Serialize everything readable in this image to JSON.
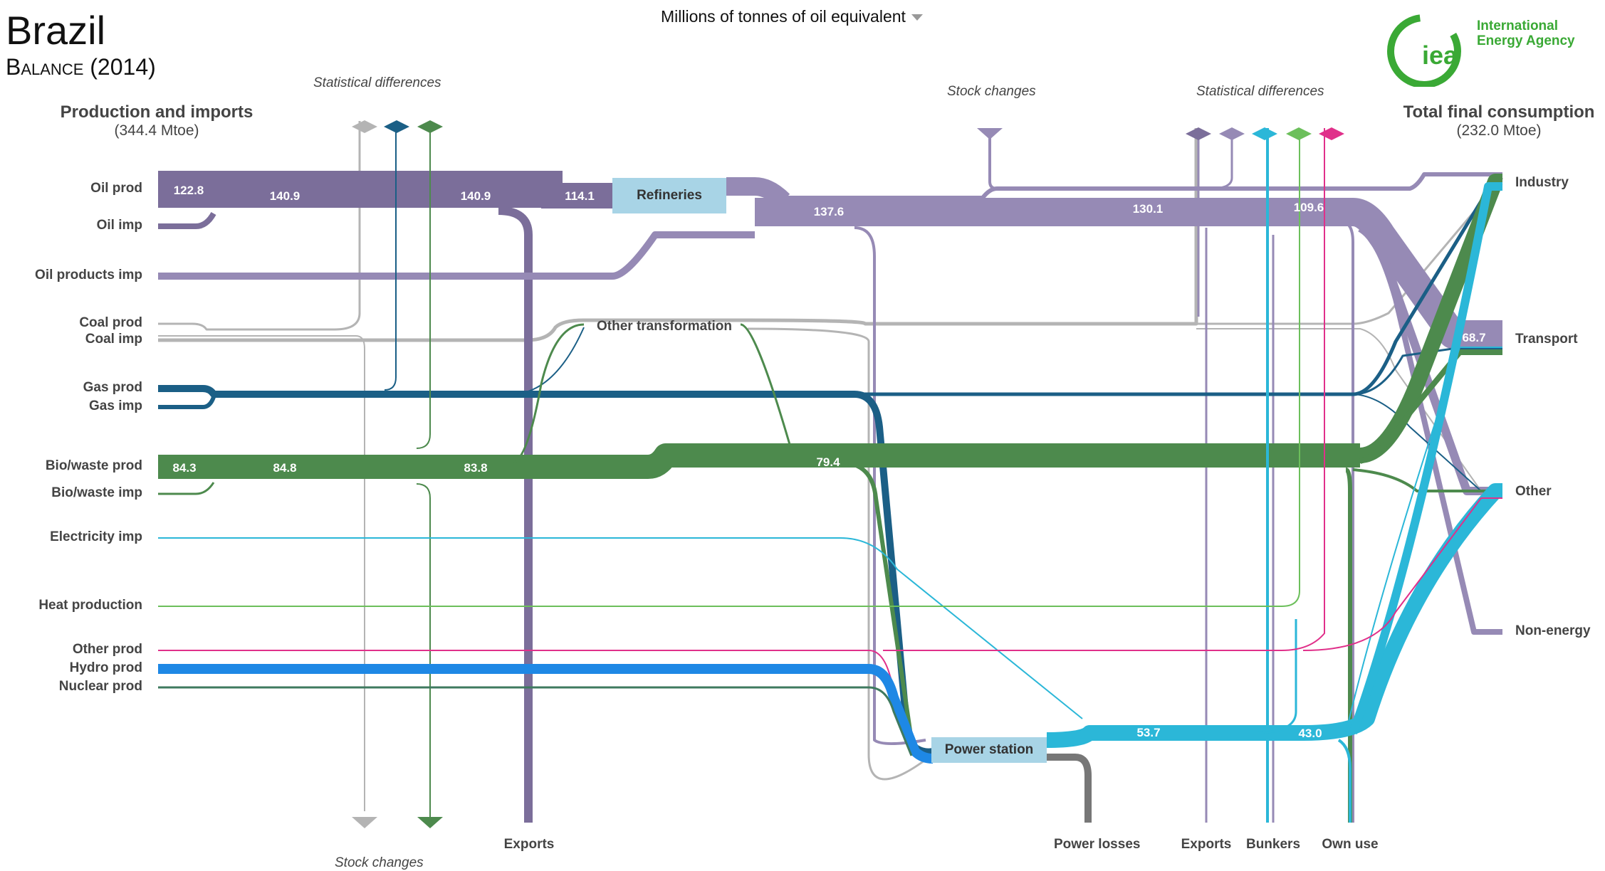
{
  "header": {
    "country": "Brazil",
    "subtitle": "Balance (2014)",
    "unit_selector": "Millions of tonnes of oil equivalent",
    "logo_mark": "iea",
    "logo_text_line1": "International",
    "logo_text_line2": "Energy Agency"
  },
  "left_header": {
    "title": "Production and imports",
    "total": "(344.4 Mtoe)"
  },
  "right_header": {
    "title": "Total final consumption",
    "total": "(232.0 Mtoe)"
  },
  "annotations": {
    "stat_diff_left": "Statistical differences",
    "stat_diff_right": "Statistical differences",
    "stock_changes_top": "Stock  changes",
    "stock_changes_bottom": "Stock changes"
  },
  "sources": [
    "Oil prod",
    "Oil imp",
    "Oil products imp",
    "Coal prod",
    "Coal imp",
    "Gas prod",
    "Gas imp",
    "Bio/waste prod",
    "Bio/waste imp",
    "Electricity imp",
    "Heat production",
    "Other prod",
    "Hydro prod",
    "Nuclear prod"
  ],
  "transformation_nodes": {
    "refineries": "Refineries",
    "other_transformation": "Other transformation",
    "power_station": "Power station"
  },
  "bottom_sinks": [
    "Exports",
    "Power losses",
    "Exports",
    "Bunkers",
    "Own use"
  ],
  "final_sinks": [
    "Industry",
    "Transport",
    "Other",
    "Non-energy"
  ],
  "flow_values": {
    "oil_prod": "122.8",
    "oil_a": "140.9",
    "oil_b": "140.9",
    "refinery_in": "114.1",
    "oil_products": "137.6",
    "oil_products_b": "130.1",
    "oil_products_c": "109.6",
    "transport_oil": "68.7",
    "bio_a": "84.3",
    "bio_b": "84.8",
    "bio_c": "83.8",
    "bio_d": "79.4",
    "elec_a": "53.7",
    "elec_b": "43.0"
  },
  "colors": {
    "oil": "#7b6e9a",
    "oil_products": "#968ab5",
    "coal": "#b4b4b4",
    "gas": "#1b5f86",
    "bio": "#4d8a4d",
    "electricity": "#2bb7d8",
    "heat": "#6cbf5b",
    "other": "#e0308a",
    "hydro": "#1e88e5",
    "nuclear": "#3f7a5f",
    "power_losses": "#777777",
    "node": "#a8d4e6",
    "iea_green": "#3aa935"
  },
  "chart_data": {
    "type": "sankey",
    "unit": "Mtoe",
    "links": [
      {
        "from": "Oil prod",
        "to": "Refineries",
        "value": 114.1
      },
      {
        "from": "Oil prod",
        "to": "Exports",
        "value": 26.8
      },
      {
        "from": "Refineries",
        "to": "Total final consumption",
        "value": 137.6
      },
      {
        "from": "Oil products",
        "to": "Transport",
        "value": 68.7
      },
      {
        "from": "Bio/waste prod",
        "to": "Final consumption",
        "value": 79.4
      },
      {
        "from": "Power station",
        "to": "Final consumption",
        "value": 53.7
      }
    ]
  }
}
